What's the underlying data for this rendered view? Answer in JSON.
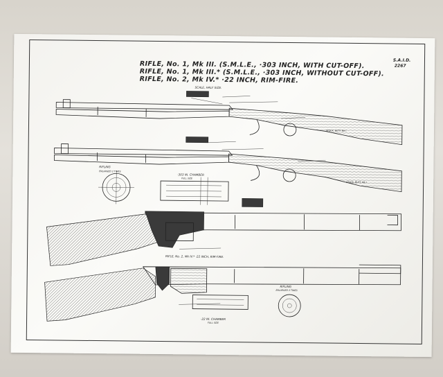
{
  "drawing": {
    "ref_number": "S.A.I.D.",
    "ref_sub": "2267",
    "title_lines": [
      "RIFLE, No. 1, Mk III. (S.M.L.E., ·303 INCH, WITH CUT-OFF).",
      "RIFLE, No. 1, Mk III.* (S.M.L.E., ·303 INCH, WITHOUT CUT-OFF).",
      "RIFLE, No. 2, Mk IV.* ·22 INCH, RIM-FIRE."
    ],
    "scale": "SCALE, HALF SIZE.",
    "labels": {
      "rifling_top": "RIFLING",
      "rifling_top_sub": "ENLARGED 2 TIMES",
      "chamber_303": "·303 IN. CHAMBER",
      "chamber_303_sub": "FULL SIZE",
      "rifle_no2": "RIFLE, No. 2, Mk IV.*  ·22 INCH, RIM-FIRE.",
      "chamber_22": "·22 IN. CHAMBER",
      "chamber_22_sub": "FULL SIZE",
      "rifling_bottom": "RIFLING",
      "rifling_bottom_sub": "ENLARGED 2 TIMES",
      "stock_butt_mk1": "STOCK, BUTT, Mk I.",
      "stock_butt": "STOCK, BUTT, Mk I."
    }
  }
}
